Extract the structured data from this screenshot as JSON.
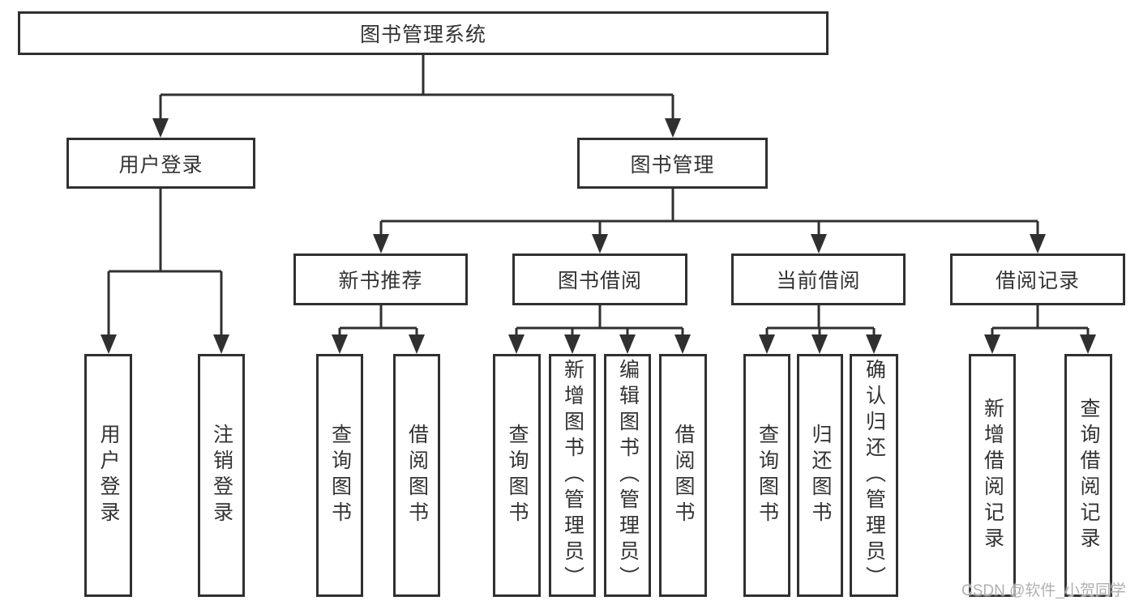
{
  "tree": {
    "label": "图书管理系统",
    "children": [
      {
        "label": "用户登录",
        "children": [
          {
            "label": "用户登录"
          },
          {
            "label": "注销登录"
          }
        ]
      },
      {
        "label": "图书管理",
        "children": [
          {
            "label": "新书推荐",
            "children": [
              {
                "label": "查询图书"
              },
              {
                "label": "借阅图书"
              }
            ]
          },
          {
            "label": "图书借阅",
            "children": [
              {
                "label": "查询图书"
              },
              {
                "label": "新增图书（管理员）"
              },
              {
                "label": "编辑图书（管理员）"
              },
              {
                "label": "借阅图书"
              }
            ]
          },
          {
            "label": "当前借阅",
            "children": [
              {
                "label": "查询图书"
              },
              {
                "label": "归还图书"
              },
              {
                "label": "确认归还（管理员）"
              }
            ]
          },
          {
            "label": "借阅记录",
            "children": [
              {
                "label": "新增借阅记录"
              },
              {
                "label": "查询借阅记录"
              }
            ]
          }
        ]
      }
    ]
  },
  "watermark": {
    "text": "CSDN @软件_小贺同学"
  },
  "colors": {
    "line": "#303030",
    "box_border": "#303030",
    "box_fill": "#ffffff",
    "text": "#333333",
    "watermark": "#b0b0b0",
    "background": "#ffffff"
  }
}
